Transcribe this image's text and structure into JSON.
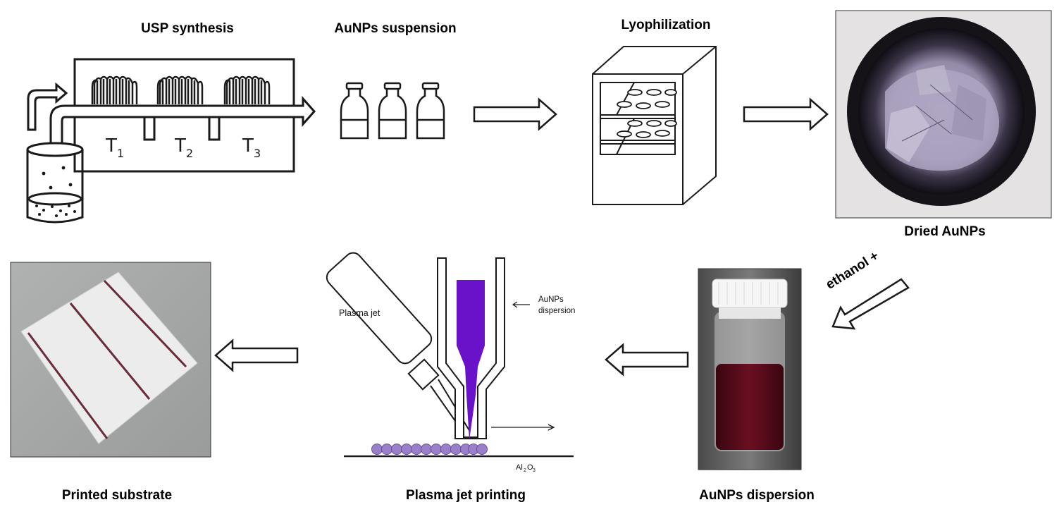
{
  "steps": {
    "usp_synthesis": "USP synthesis",
    "aunps_suspension": "AuNPs suspension",
    "lyophilization": "Lyophilization",
    "dried_aunps": "Dried AuNPs",
    "ethanol": "ethanol +",
    "aunps_dispersion": "AuNPs dispersion",
    "plasma_jet_printing": "Plasma jet printing",
    "printed_substrate": "Printed substrate"
  },
  "usp_diagram": {
    "zone_labels": [
      "T",
      "T",
      "T"
    ],
    "zone_subscripts": [
      "1",
      "2",
      "3"
    ]
  },
  "printing_diagram": {
    "plasma_jet_label": "Plasma jet",
    "dispersion_label_line1": "AuNPs",
    "dispersion_label_line2": "dispersion",
    "substrate_label": "Al",
    "substrate_sub_2": "2",
    "substrate_O": "O",
    "substrate_sub_3": "3"
  },
  "colors": {
    "ink_purple": "#6a12c9",
    "particle_purple": "#9a80c8",
    "dispersion_red": "#5c0a1c",
    "gray_background": "#a4a6a6"
  }
}
